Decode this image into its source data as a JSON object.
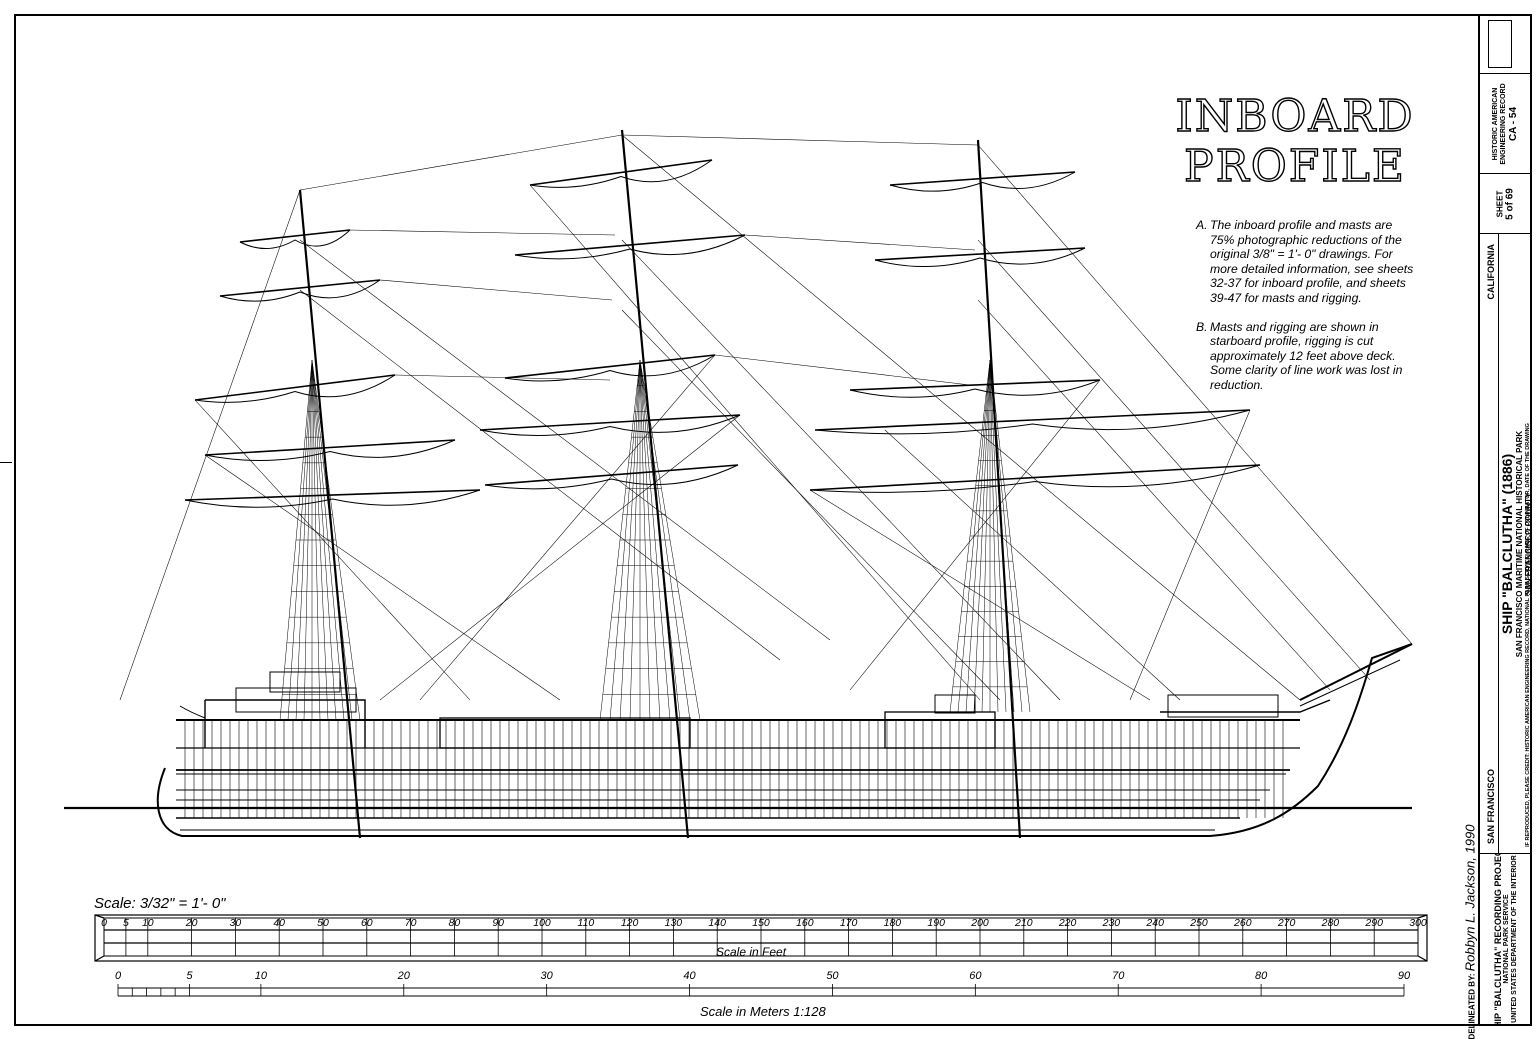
{
  "title": {
    "line1": "INBOARD",
    "line2": "PROFILE"
  },
  "notes": [
    {
      "label": "A.",
      "text": "The inboard profile and masts are 75% photographic reductions of the original 3/8\" = 1'- 0\" drawings. For more detailed information, see sheets 32-37 for inboard profile, and sheets 39-47 for masts and rigging."
    },
    {
      "label": "B.",
      "text": "Masts and rigging are shown in starboard profile, rigging is cut approximately 12 feet above deck. Some clarity of line work was lost in reduction."
    }
  ],
  "scale": {
    "label": "Scale: 3/32\" = 1'- 0\"",
    "feet_caption": "Scale in Feet",
    "feet_ticks": [
      "0",
      "5",
      "10",
      "20",
      "30",
      "40",
      "50",
      "60",
      "70",
      "80",
      "90",
      "100",
      "110",
      "120",
      "130",
      "140",
      "150",
      "160",
      "170",
      "180",
      "190",
      "200",
      "210",
      "220",
      "230",
      "240",
      "250",
      "260",
      "270",
      "280",
      "290",
      "300"
    ],
    "meters_caption": "Scale in Meters 1:128",
    "meter_ticks": [
      "0",
      "5",
      "10",
      "20",
      "30",
      "40",
      "50",
      "60",
      "70",
      "80",
      "90"
    ]
  },
  "title_block": {
    "record_line1": "HISTORIC AMERICAN",
    "record_line2": "ENGINEERING RECORD",
    "record_number": "CA - 54",
    "sheet_label": "SHEET",
    "sheet_value": "5 of 69",
    "state": "CALIFORNIA",
    "ship_name": "SHIP \"BALCLUTHA\" (1886)",
    "park": "SAN FRANCISCO MARITIME NATIONAL HISTORICAL PARK",
    "county": "SAN FRANCISCO COUNTY",
    "city": "SAN FRANCISCO",
    "credit_note": "IF REPRODUCED, PLEASE CREDIT: HISTORIC AMERICAN ENGINEERING RECORD, NATIONAL PARK SERVICE, NAME OF DELINEATOR, DATE OF THE DRAWING",
    "project": "SHIP \"BALCLUTHA\" RECORDING PROJECT",
    "agency_line1": "NATIONAL PARK SERVICE",
    "agency_line2": "UNITED STATES DEPARTMENT OF THE INTERIOR",
    "delineated_label": "DELINEATED BY:",
    "delineator": "Robbyn L. Jackson, 1990"
  }
}
